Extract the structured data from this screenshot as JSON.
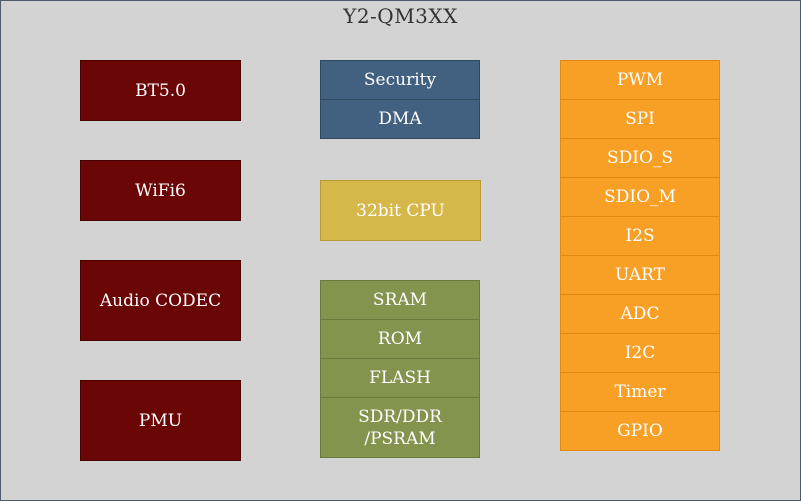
{
  "title": "Y2-QM3XX",
  "left_blocks": [
    "BT5.0",
    "WiFi6",
    "Audio CODEC",
    "PMU"
  ],
  "security_stack": [
    "Security",
    "DMA"
  ],
  "cpu": "32bit CPU",
  "memory_stack": [
    "SRAM",
    "ROM",
    "FLASH",
    "SDR/DDR\n/PSRAM"
  ],
  "peripherals": [
    "PWM",
    "SPI",
    "SDIO_S",
    "SDIO_M",
    "I2S",
    "UART",
    "ADC",
    "I2C",
    "Timer",
    "GPIO"
  ],
  "colors": {
    "background": "#d3d3d3",
    "radio_blocks": "#6b0606",
    "security_blocks": "#42607f",
    "cpu_block": "#d6b84a",
    "memory_blocks": "#83944f",
    "peripheral_blocks": "#f8a026"
  }
}
